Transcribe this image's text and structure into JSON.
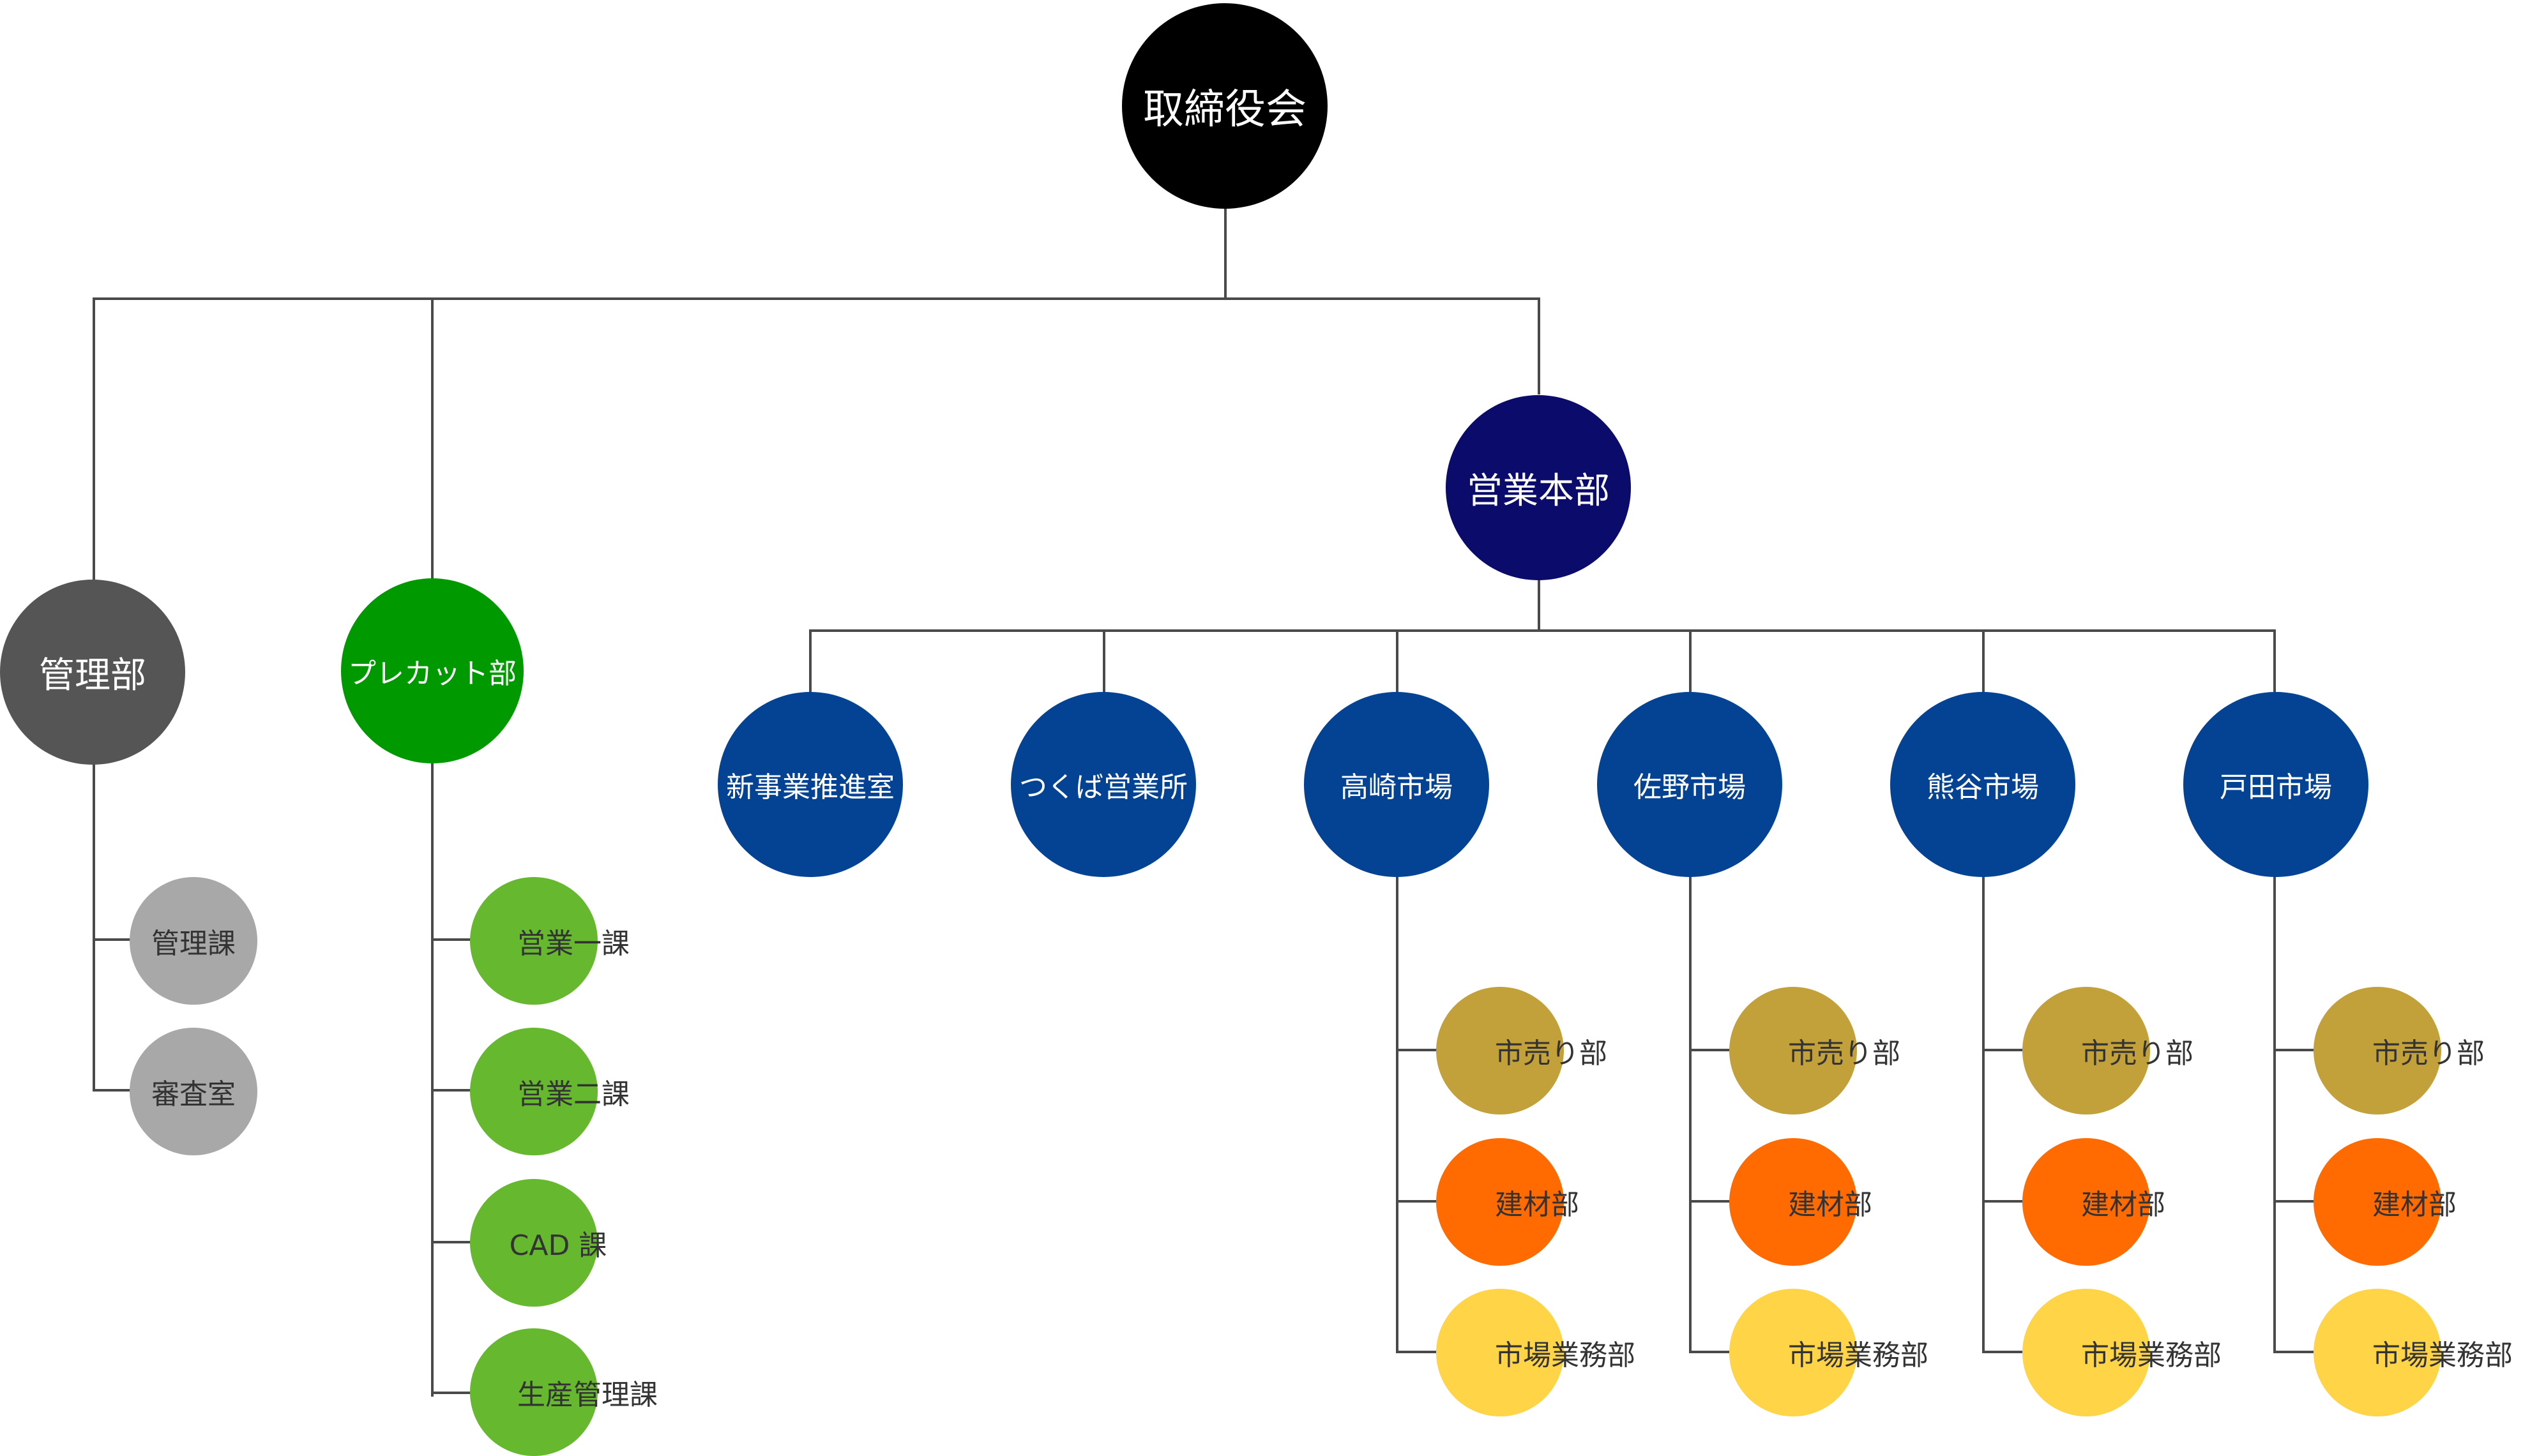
{
  "colors": {
    "board": "#000000",
    "admin": "#555555",
    "admin_leaf": "#a8a8a8",
    "precut": "#009900",
    "precut_leaf": "#66b82e",
    "sales_hq": "#0b0b6b",
    "sales_sub": "#044394",
    "market_sales": "#c3a13a",
    "building_materials": "#ff6b00",
    "market_ops": "#ffd447",
    "line": "#4a4a4a"
  },
  "nodes": {
    "board": "取締役会",
    "admin_dept": "管理部",
    "admin_section": "管理課",
    "audit_office": "審査室",
    "precut_dept": "プレカット部",
    "precut_sales1": "営業一課",
    "precut_sales2": "営業二課",
    "precut_cad": "CAD 課",
    "precut_production": "生産管理課",
    "sales_hq": "営業本部",
    "new_business": "新事業推進室",
    "tsukuba": "つくば営業所",
    "takasaki": "高崎市場",
    "sano": "佐野市場",
    "kumagaya": "熊谷市場",
    "toda": "戸田市場"
  },
  "market_children": {
    "takasaki": [
      "市売り部",
      "建材部",
      "市場業務部"
    ],
    "sano": [
      "市売り部",
      "建材部",
      "市場業務部"
    ],
    "kumagaya": [
      "市売り部",
      "建材部",
      "市場業務部"
    ],
    "toda": [
      "市売り部",
      "建材部",
      "市場業務部"
    ]
  }
}
